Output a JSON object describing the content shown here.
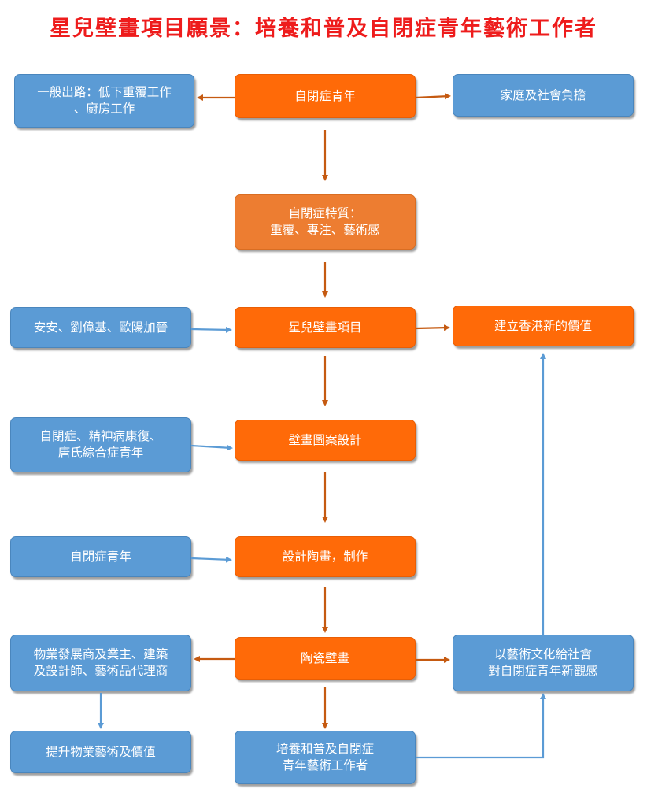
{
  "title": "星兒壁畫項目願景：培養和普及自閉症青年藝術工作者",
  "nodes": {
    "general_path": [
      "一般出路：低下重覆工作",
      "、廚房工作"
    ],
    "autism_youth_top": [
      "自閉症青年"
    ],
    "family_burden": [
      "家庭及社會負擔"
    ],
    "autism_traits": [
      "自閉症特質：",
      "重覆、專注、藝術感"
    ],
    "artists": [
      "安安、劉偉基、歐陽加晉"
    ],
    "mural_project": [
      "星兒壁畫項目"
    ],
    "new_value": [
      "建立香港新的價值"
    ],
    "participants": [
      "自閉症、精神病康復、",
      "唐氏綜合症青年"
    ],
    "mural_design": [
      "壁畫圖案設計"
    ],
    "autism_youth_mid": [
      "自閉症青年"
    ],
    "ceramic_making": [
      "設計陶畫，制作"
    ],
    "developers": [
      "物業發展商及業主、建築",
      "及設計師、藝術品代理商"
    ],
    "ceramic_mural": [
      "陶瓷壁畫"
    ],
    "art_culture": [
      "以藝術文化給社會",
      "對自閉症青年新觀感"
    ],
    "property_value": [
      "提升物業藝術及價值"
    ],
    "cultivate_artists": [
      "培養和普及自閉症",
      "青年藝術工作者"
    ]
  },
  "colors": {
    "title": "#ee1c1c",
    "blue_box": "#5b9bd5",
    "orange_box": "#ff6a08",
    "orange_light_box": "#ed7d31",
    "orange_arrow": "#c55a11",
    "blue_arrow": "#5b9bd5"
  }
}
